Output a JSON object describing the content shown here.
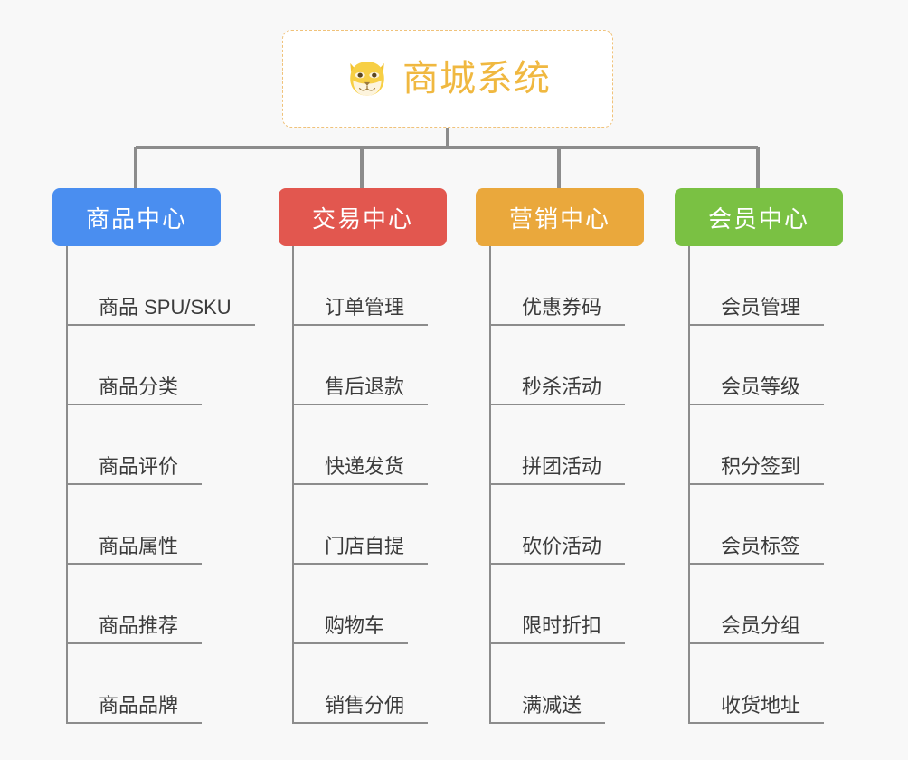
{
  "page": {
    "background_color": "#f8f8f8",
    "type": "mindmap"
  },
  "root": {
    "title": "商城系统",
    "icon": "dog-face-icon",
    "text_color": "#f0b840",
    "border_color": "#f0c27a",
    "background_color": "#ffffff"
  },
  "columns": [
    {
      "id": "product-center",
      "header": "商品中心",
      "color": "#4a8ef0",
      "items": [
        "商品 SPU/SKU",
        "商品分类",
        "商品评价",
        "商品属性",
        "商品推荐",
        "商品品牌"
      ]
    },
    {
      "id": "trade-center",
      "header": "交易中心",
      "color": "#e2574f",
      "items": [
        "订单管理",
        "售后退款",
        "快递发货",
        "门店自提",
        "购物车",
        "销售分佣"
      ]
    },
    {
      "id": "marketing-center",
      "header": "营销中心",
      "color": "#eaa83c",
      "items": [
        "优惠券码",
        "秒杀活动",
        "拼团活动",
        "砍价活动",
        "限时折扣",
        "满减送"
      ]
    },
    {
      "id": "member-center",
      "header": "会员中心",
      "color": "#7ac143",
      "items": [
        "会员管理",
        "会员等级",
        "积分签到",
        "会员标签",
        "会员分组",
        "收货地址"
      ]
    }
  ],
  "connector": {
    "color": "#8c8c8c"
  }
}
